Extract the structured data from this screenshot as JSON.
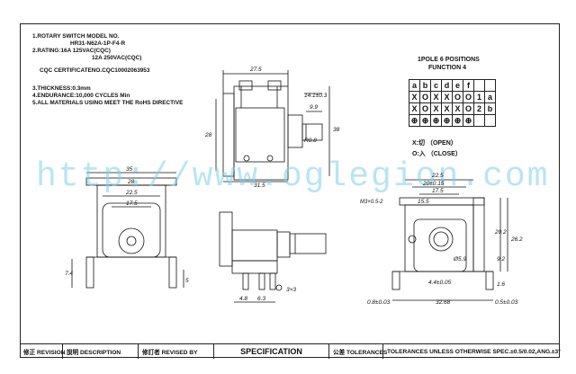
{
  "notes": {
    "line1": "1.ROTARY SWITCH MODEL NO.",
    "line2": "HR31-N62A-1P-F4-R",
    "line3": "2.RATING:16A 125VAC(CQC)",
    "line4": "12A 250VAC(CQC)",
    "line5": "CQC CERTIFICATENO.CQC10002063953",
    "line6": "3.THICKNESS:0.3mm",
    "line7": "4.ENDURANCE:10,000 CYCLES Min",
    "line8": "5.ALL MATERIALS USING MEET THE RoHS DIRECTIVE"
  },
  "positions": {
    "title1": "1POLE 6 POSITIONS",
    "title2": "FUNCTION 4",
    "headers": [
      "a",
      "b",
      "c",
      "d",
      "e",
      "f",
      "",
      ""
    ],
    "rows": [
      [
        "X",
        "O",
        "X",
        "X",
        "O",
        "O",
        "1",
        "a"
      ],
      [
        "X",
        "O",
        "X",
        "X",
        "X",
        "O",
        "2",
        "b"
      ],
      [
        "⊕",
        "⊕",
        "⊕",
        "⊕",
        "⊕",
        "⊕",
        "",
        ""
      ]
    ],
    "legend_x": "X:切 （OPEN）",
    "legend_o": "O:入 （CLOSE）"
  },
  "dims": {
    "top_width": "27.5",
    "shaft_h": "14.1±0.3",
    "shaft_w": "9.9",
    "height_38": "38",
    "height_28": "28",
    "r08": "R0.8",
    "bottom_315": "31.5",
    "l35": "35",
    "l28": "28",
    "l225": "22.5",
    "l175": "17.5",
    "l74": "7.4",
    "l5": "5",
    "m_48": "4.8",
    "m_63": "6.3",
    "m_3x3": "3×3",
    "r_225": "22.5",
    "r_20": "20±0.15",
    "r_175": "17.5",
    "r_155": "15.5",
    "r_m3": "M3×0.5-2",
    "r_59": "Ø5.9",
    "r_44": "4.4±0.05",
    "r_262": "26.2",
    "r_202": "20.2",
    "r_92": "9.2",
    "r_16": "1.6",
    "r_08": "0.8±0.03",
    "r_3268": "32.68",
    "r_05": "0.5±0.03"
  },
  "watermark": "http://www.oglegion.com",
  "footer": {
    "revision": "修正 REVISION",
    "description": "說明 DESCRIPTION",
    "revised_by": "修訂者 REVISED BY",
    "title": "SPECIFICATION",
    "tolerances": "公差 TOLERANCES",
    "tol_text": "TOLERANCES UNLESS OTHERWISE SPEC.±0.5/0.02,ANG.±3°"
  }
}
